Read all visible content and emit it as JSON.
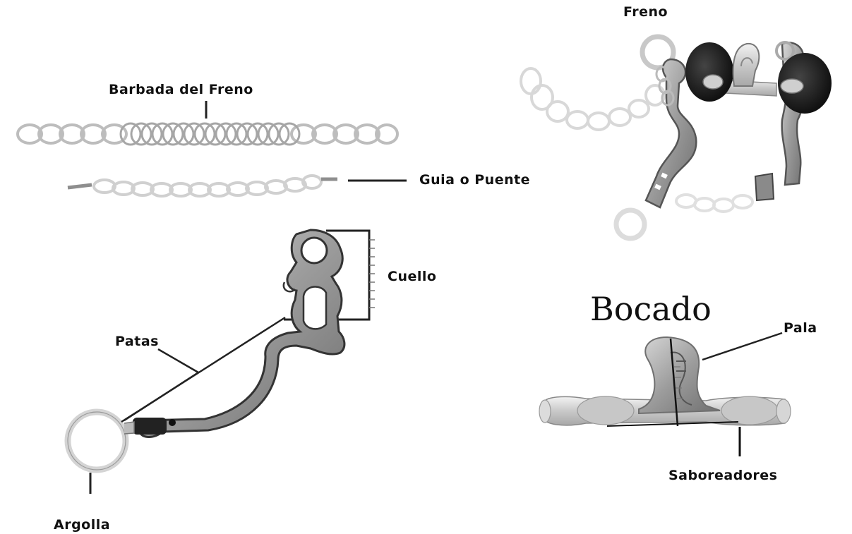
{
  "labels": {
    "freno": "Freno",
    "barbada": "Barbada del Freno",
    "guia": "Guia o Puente",
    "cuello": "Cuello",
    "patas": "Patas",
    "argolla": "Argolla",
    "bocado": "Bocado",
    "pala": "Pala",
    "saboreadores": "Saboreadores"
  }
}
